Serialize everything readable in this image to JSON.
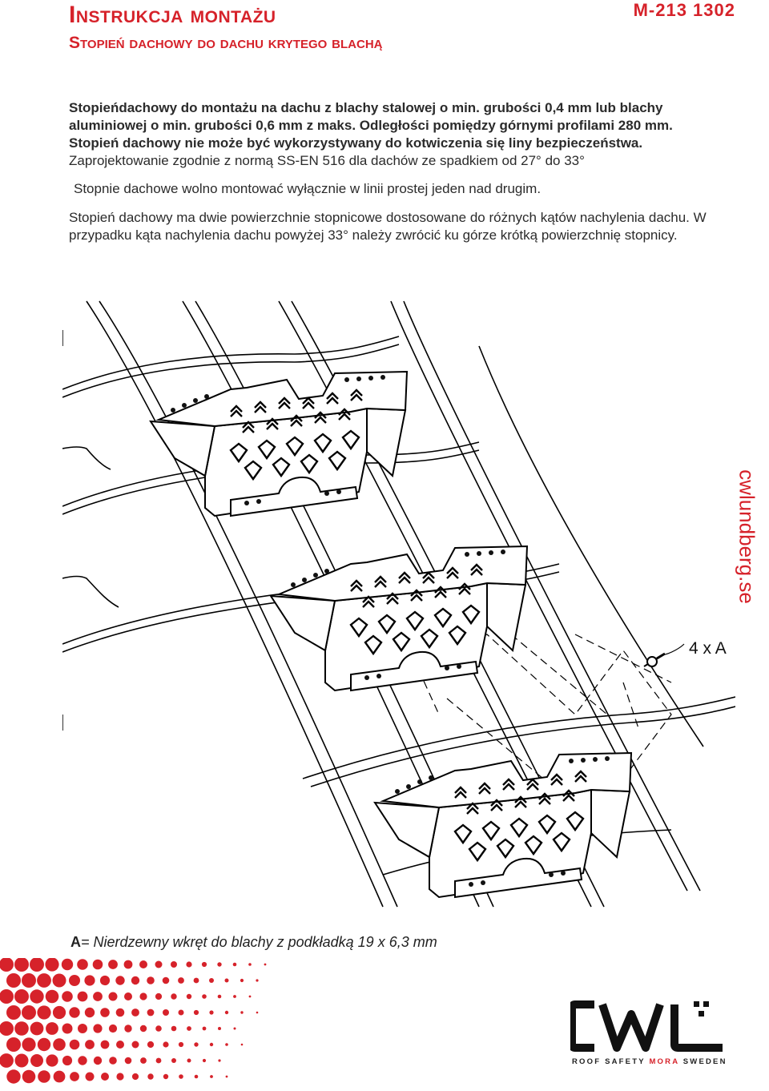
{
  "header": {
    "title": "Instrukcja montażu",
    "subtitle": "Stopień dachowy do dachu krytego blachą",
    "doc_number": "M-213 1302"
  },
  "paragraphs": {
    "p1": "Stopieńdachowy do montażu na dachu z blachy stalowej o min. grubości 0,4 mm lub blachy aluminiowej o min. grubości 0,6 mm z maks. Odległości pomiędzy górnymi profilami 280 mm. Stopień dachowy nie może być wykorzystywany do kotwiczenia się liny bezpieczeństwa.",
    "p2": "Zaprojektowanie zgodnie z normą SS-EN 516 dla dachów ze spadkiem od 27° do 33°",
    "p3": "Stopnie dachowe wolno montować wyłącznie w linii prostej jeden nad drugim.",
    "p4": "Stopień dachowy ma dwie powierzchnie stopnicowe dostosowane do różnych kątów nachylenia dachu. W przypadku kąta nachylenia dachu powyżej 33° należy zwrócić ku górze krótką powierzchnię stopnicy."
  },
  "drawing": {
    "callout": "4 x A"
  },
  "side_text": "cwlundberg.se",
  "legend": {
    "key": "A",
    "text": "= Nierdzewny wkręt do blachy z podkładką 19 x 6,3 mm"
  },
  "logo": {
    "letters": "CWL",
    "tag_part1": "ROOF SAFETY ",
    "tag_accent": "MORA",
    "tag_part2": " SWEDEN"
  },
  "colors": {
    "accent": "#d6222a",
    "text": "#2b2b2b"
  }
}
